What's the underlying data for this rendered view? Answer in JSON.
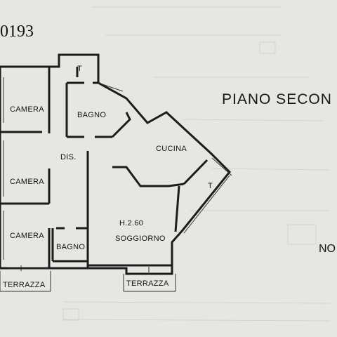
{
  "document": {
    "number_fragment": "0193",
    "floor_label": "PIANO SECON",
    "north_fragment": "NO"
  },
  "rooms": {
    "camera_1": "CAMERA",
    "bagno_1": "BAGNO",
    "dis": "DIS.",
    "cucina": "CUCINA",
    "camera_2": "CAMERA",
    "terrace_t_1": "T",
    "terrace_t_2": "T",
    "height": "H.2.60",
    "soggiorno": "SOGGIORNO",
    "camera_3": "CAMERA",
    "bagno_2": "BAGNO",
    "terrazza_1": "TERRAZZA",
    "terrazza_2": "TERRAZZA"
  },
  "colors": {
    "paper": "#e6e6e2",
    "ink": "#1a1a1a",
    "faint": "#c9c9c4"
  }
}
